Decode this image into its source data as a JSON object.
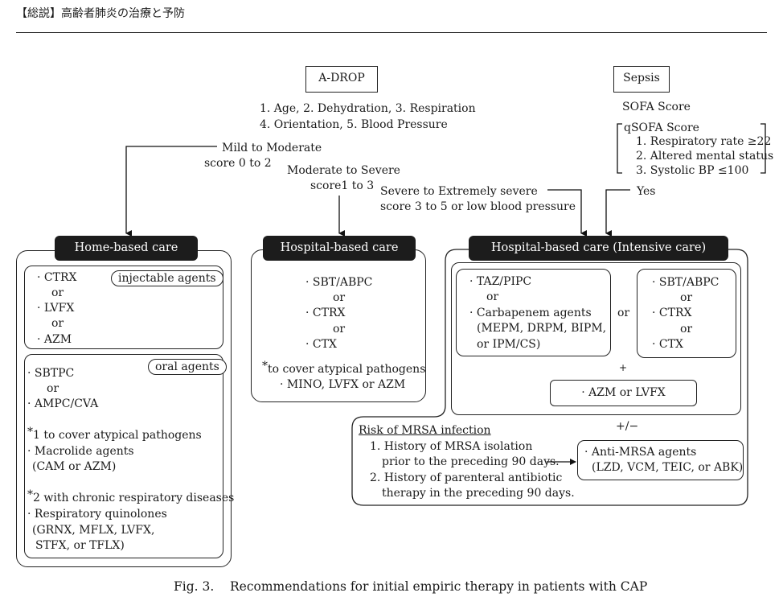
{
  "header": "【総説】高齢者肺炎の治療と予防",
  "adrop": {
    "title": "A-DROP",
    "line1": "1. Age, 2. Dehydration, 3. Respiration",
    "line2": "4. Orientation, 5. Blood Pressure"
  },
  "sepsis": {
    "title": "Sepsis",
    "sofa": "SOFA Score",
    "qsofa_title": "qSOFA Score",
    "qsofa_items": [
      "1. Respiratory rate ≥22",
      "2. Altered mental status",
      "3. Systolic BP ≤100"
    ]
  },
  "branches": {
    "mild_1": "Mild to Moderate",
    "mild_2": "score 0 to 2",
    "moderate_1": "Moderate to Severe",
    "moderate_2": "score1 to 3",
    "severe_1": "Severe to Extremely severe",
    "severe_2": "score 3 to 5 or low blood pressure",
    "yes": "Yes"
  },
  "home": {
    "title": "Home-based care",
    "inj_label": "injectable agents",
    "inj_lines": [
      "· CTRX",
      "or",
      "· LVFX",
      "or",
      "· AZM"
    ],
    "oral_label": "oral agents",
    "oral_l1": "· SBTPC",
    "oral_l2": "or",
    "oral_l3": "· AMPC/CVA",
    "note1_star": "*",
    "note1": "1 to cover atypical pathogens",
    "note1_a": "· Macrolide agents",
    "note1_b": "(CAM or AZM)",
    "note2_star": "*",
    "note2": "2 with chronic respiratory diseases",
    "note2_a": "· Respiratory quinolones",
    "note2_b": "(GRNX, MFLX, LVFX,",
    "note2_c": "STFX, or TFLX)"
  },
  "hospital": {
    "title": "Hospital-based care",
    "lines": [
      "· SBT/ABPC",
      "or",
      "· CTRX",
      "or",
      "· CTX"
    ],
    "note_star": "*",
    "note": "to cover atypical pathogens",
    "note_b": "· MINO, LVFX or AZM"
  },
  "icu": {
    "title": "Hospital-based care (Intensive care)",
    "left_l1": "· TAZ/PIPC",
    "left_l2": "or",
    "left_l3": "· Carbapenem agents",
    "left_l4": "(MEPM, DRPM, BIPM,",
    "left_l5": "or IPM/CS)",
    "or_mid": "or",
    "right_lines": [
      "· SBT/ABPC",
      "or",
      "· CTRX",
      "or",
      "· CTX"
    ],
    "plus": "+",
    "azm": "· AZM or LVFX",
    "plusminus": "+/−",
    "mrsa_title": "Risk of MRSA infection",
    "mrsa_1a": "1. History of MRSA isolation",
    "mrsa_1b": "prior to the preceding 90 days.",
    "mrsa_2a": "2. History of parenteral antibiotic",
    "mrsa_2b": "therapy in the preceding 90 days.",
    "anti_1": "· Anti-MRSA agents",
    "anti_2": "(LZD, VCM, TEIC, or ABK)"
  },
  "caption": "Fig. 3.    Recommendations for initial empiric therapy in patients with CAP"
}
